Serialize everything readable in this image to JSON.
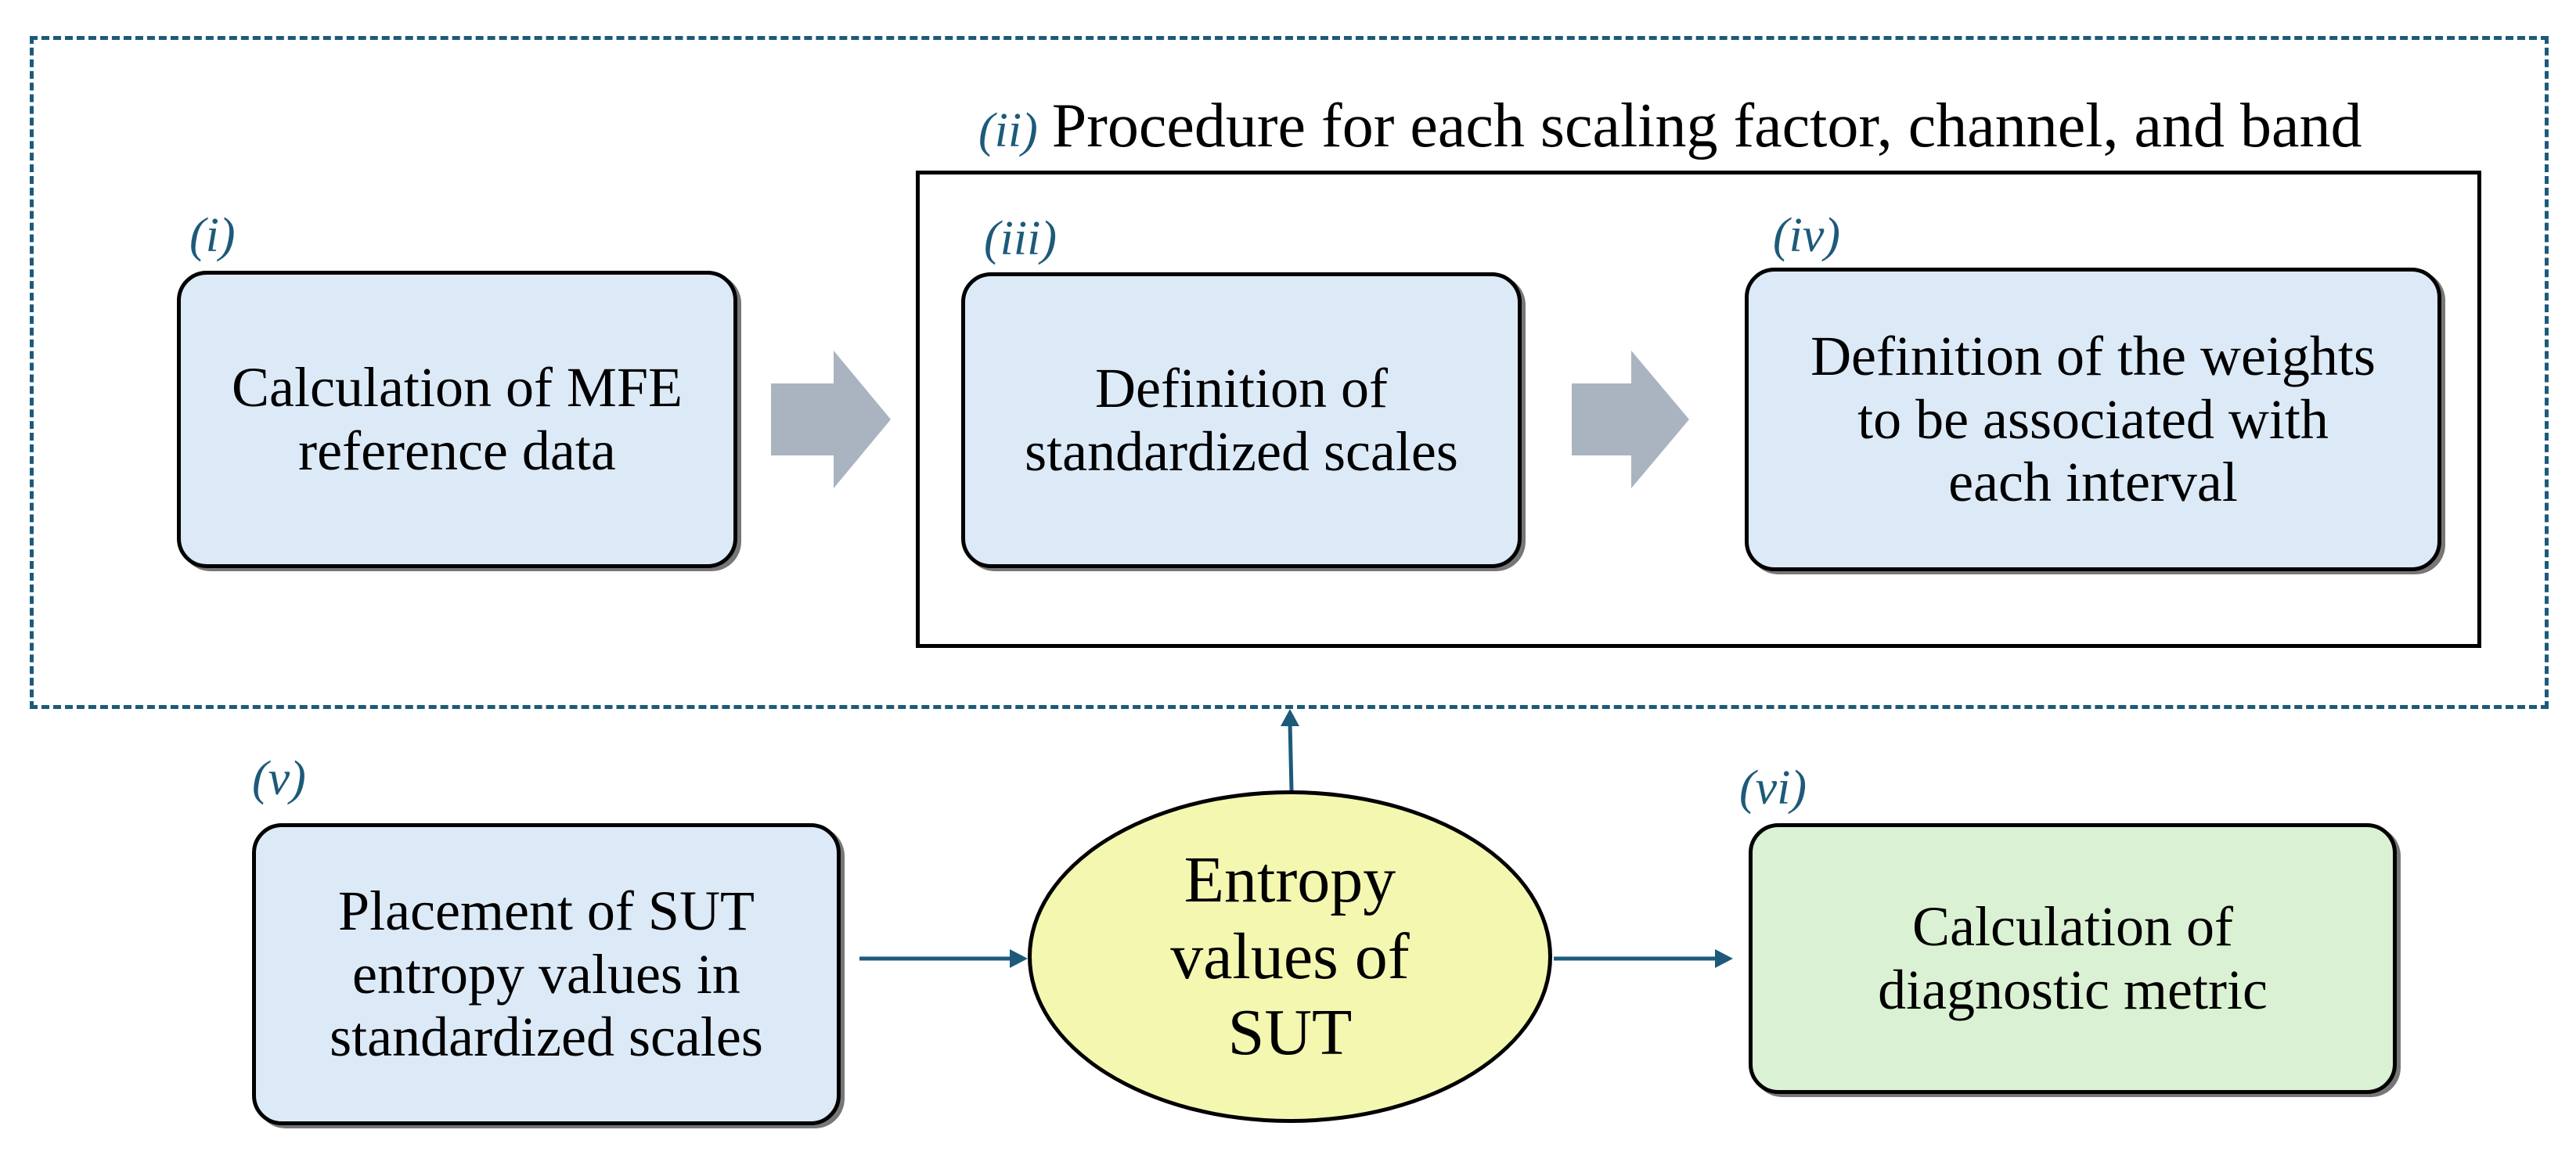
{
  "procedure": {
    "num": "(ii)",
    "title": "Procedure for each scaling factor, channel, and band"
  },
  "steps": {
    "i": {
      "num": "(i)",
      "lines": [
        "Calculation of MFE",
        "reference data"
      ]
    },
    "iii": {
      "num": "(iii)",
      "lines": [
        "Definition of",
        "standardized scales"
      ]
    },
    "iv": {
      "num": "(iv)",
      "lines": [
        "Definition of the weights",
        "to be associated with",
        "each interval"
      ]
    },
    "v": {
      "num": "(v)",
      "lines": [
        "Placement of SUT",
        "entropy values in",
        "standardized scales"
      ]
    },
    "vi": {
      "num": "(vi)",
      "lines": [
        "Calculation of",
        "diagnostic metric"
      ]
    }
  },
  "center": {
    "lines": [
      "Entropy",
      "values of",
      "SUT"
    ]
  },
  "colors": {
    "box_blue": "#dce9f6",
    "box_green": "#dbf1d3",
    "ellipse_yellow": "#f4f7b0",
    "accent_blue": "#1d5a7a",
    "block_arrow_gray": "#aab4c0"
  }
}
